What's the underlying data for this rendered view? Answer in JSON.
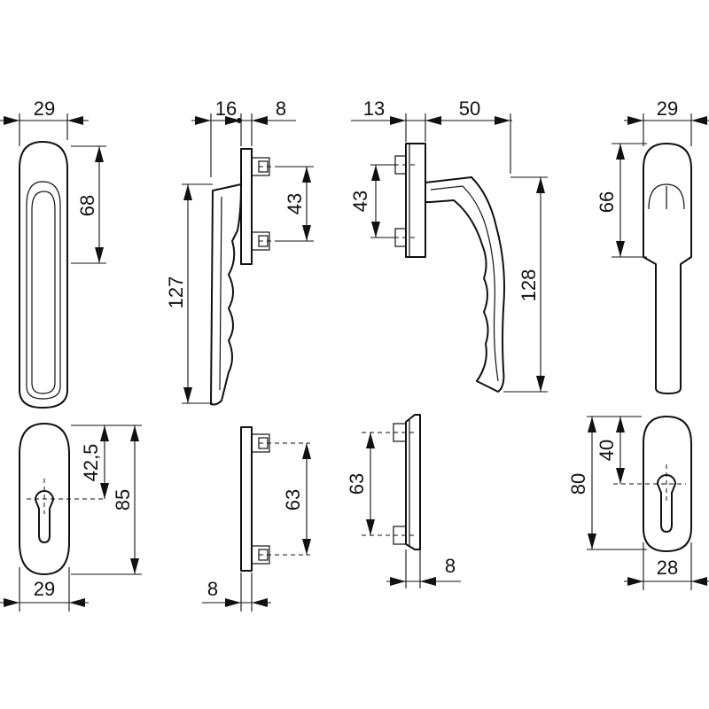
{
  "dimensions": {
    "top_front_width": "29",
    "top_front_height": "68",
    "side_left_offset": "16",
    "side_left_plate": "8",
    "side_left_spindle_spacing": "43",
    "side_left_length": "127",
    "side_right_plate": "13",
    "side_right_reach": "50",
    "side_right_spindle_spacing": "43",
    "side_right_length": "128",
    "top_right_width": "29",
    "top_right_height": "66",
    "rosette_left_height_to_key": "42,5",
    "rosette_left_height": "85",
    "rosette_left_width": "29",
    "plate_left_spacing": "63",
    "plate_left_thickness": "8",
    "plate_right_spacing": "63",
    "plate_right_thickness": "8",
    "rosette_right_height_to_key": "40",
    "rosette_right_height": "80",
    "rosette_right_width": "28"
  }
}
